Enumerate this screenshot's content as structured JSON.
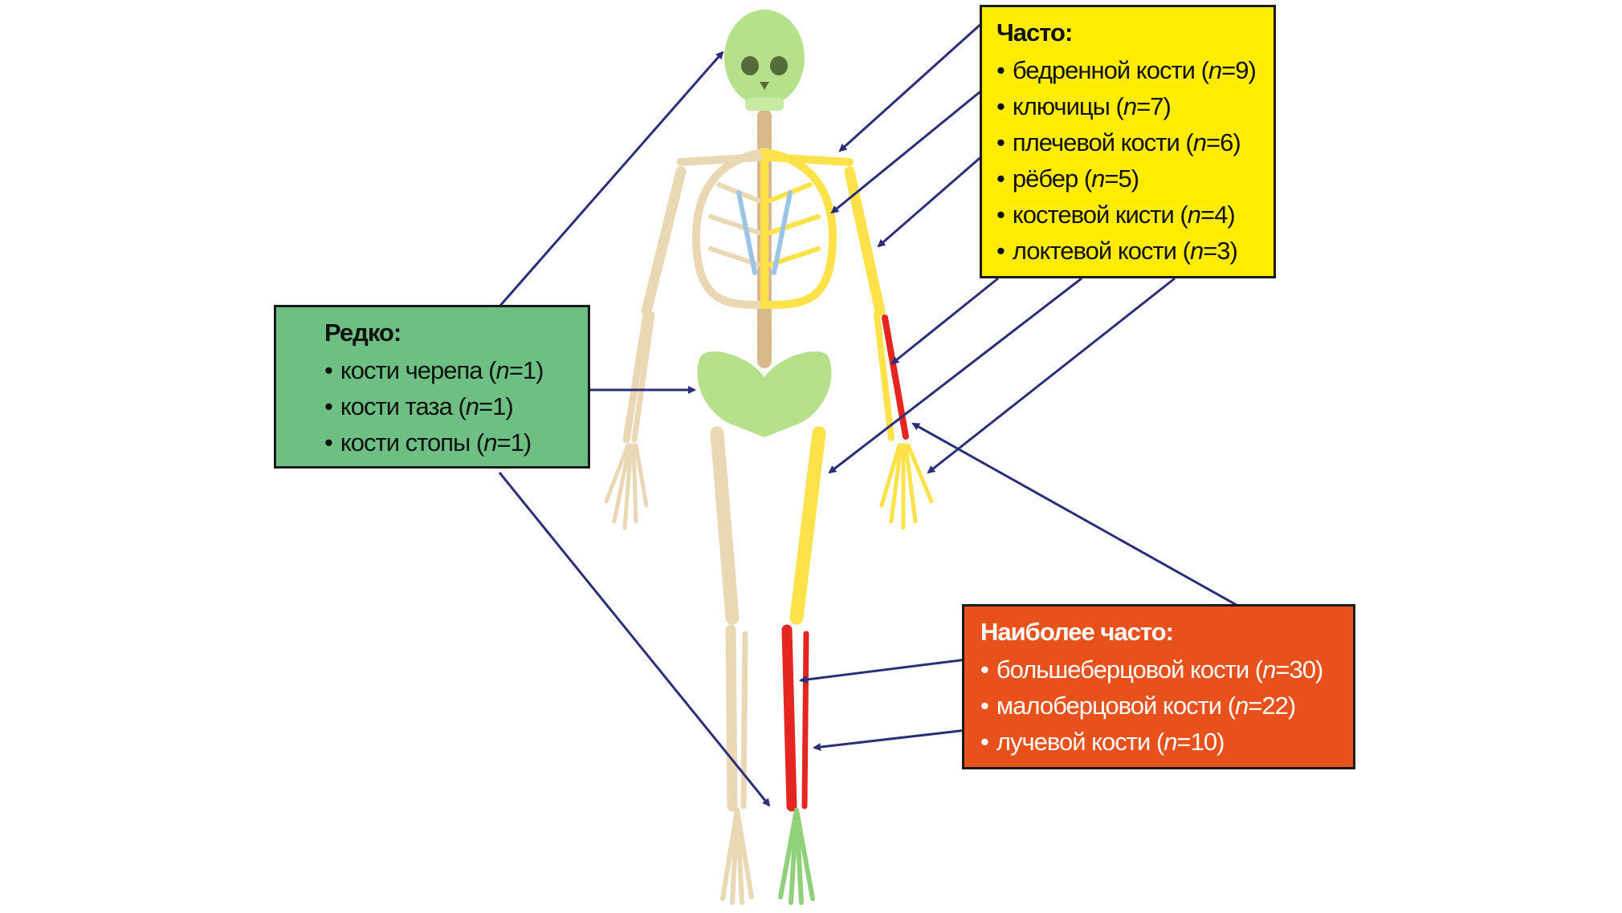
{
  "n_symbol": "n",
  "colors": {
    "often": "#ffec00",
    "rare": "#6dbf84",
    "most_often": "#e8501c",
    "arrow": "#2b2f7a",
    "bone": "#ead7b4"
  },
  "often": {
    "title": "Часто:",
    "items": [
      {
        "label": "бедренной кости",
        "n": "9"
      },
      {
        "label": "ключицы",
        "n": "7"
      },
      {
        "label": "плечевой кости",
        "n": "6"
      },
      {
        "label": "рёбер",
        "n": "5"
      },
      {
        "label": "костевой кисти",
        "n": "4"
      },
      {
        "label": "локтевой кости",
        "n": "3"
      }
    ]
  },
  "rare": {
    "title": "Редко:",
    "items": [
      {
        "label": "кости черепа",
        "n": "1"
      },
      {
        "label": "кости таза",
        "n": "1"
      },
      {
        "label": "кости стопы",
        "n": "1"
      }
    ]
  },
  "most_often": {
    "title": "Наиболее часто:",
    "items": [
      {
        "label": "большеберцовой кости",
        "n": "30"
      },
      {
        "label": "малоберцовой кости",
        "n": "22"
      },
      {
        "label": "лучевой кости",
        "n": "10"
      }
    ]
  }
}
